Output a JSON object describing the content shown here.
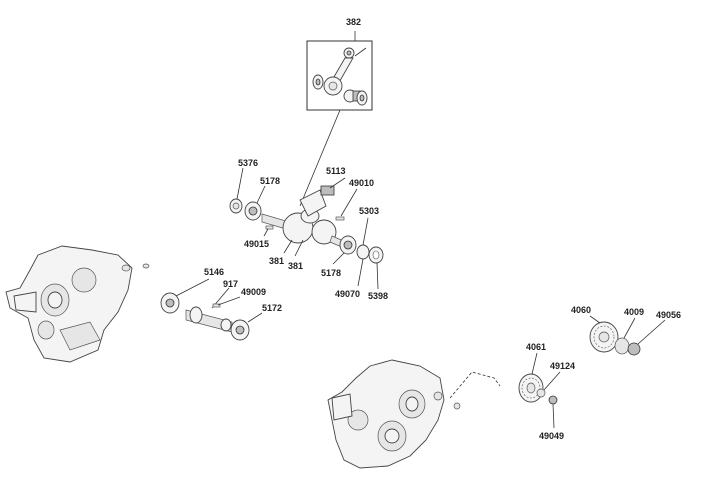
{
  "colors": {
    "background": "#ffffff",
    "lines": "#333333",
    "label": "#222222"
  },
  "part_labels": {
    "p382": "382",
    "p5376": "5376",
    "p5178_top": "5178",
    "p5113": "5113",
    "p49010": "49010",
    "p5303": "5303",
    "p49015": "49015",
    "p381_a": "381",
    "p381_b": "381",
    "p5178_bottom": "5178",
    "p49070": "49070",
    "p5398": "5398",
    "p5146": "5146",
    "p917": "917",
    "p49009": "49009",
    "p5172": "5172",
    "p4060": "4060",
    "p4009": "4009",
    "p49056": "49056",
    "p4061": "4061",
    "p49124": "49124",
    "p49049": "49049"
  }
}
